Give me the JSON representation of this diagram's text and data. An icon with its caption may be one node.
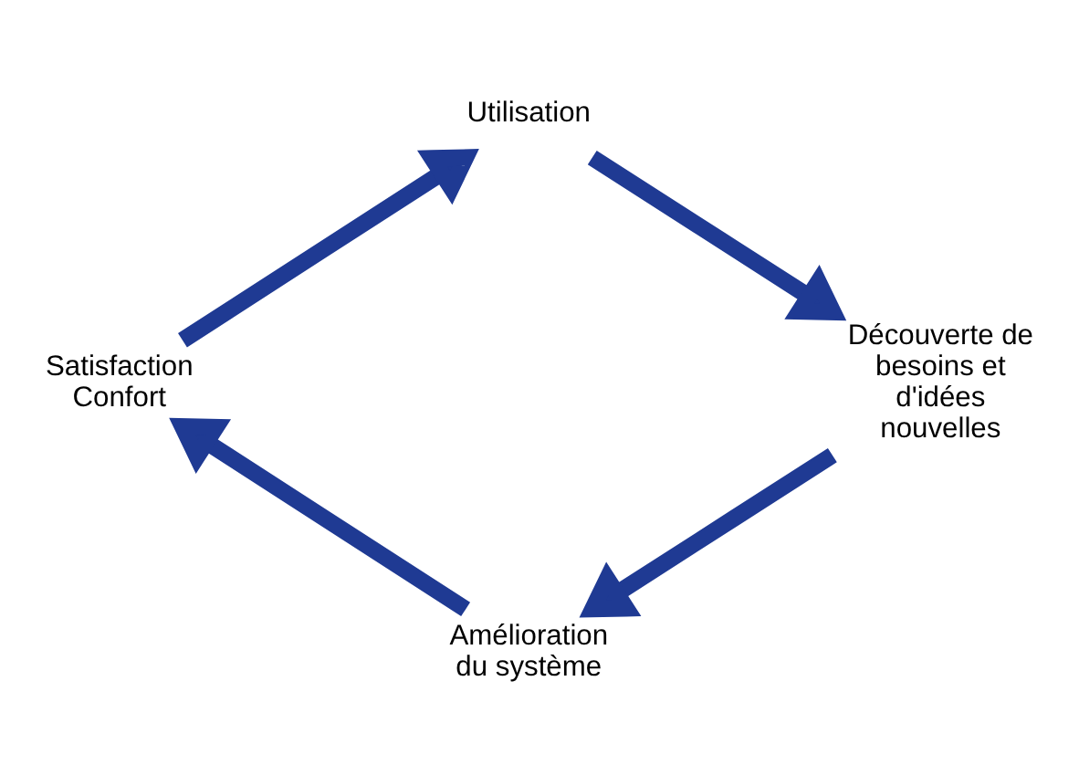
{
  "diagram": {
    "nodes": [
      {
        "text": [
          "Utilisation"
        ]
      },
      {
        "text": [
          "Découverte de besoins et d'idées nouvelles"
        ]
      },
      {
        "text": [
          "Amélioration du système"
        ]
      },
      {
        "text": [
          "Satisfaction Confort"
        ]
      }
    ],
    "edges": [
      {
        "from": 0,
        "to": 1,
        "arrow": "to"
      },
      {
        "from": 1,
        "to": 2,
        "arrow": "to"
      },
      {
        "from": 2,
        "to": 3,
        "arrow": "to"
      },
      {
        "from": 3,
        "to": 0,
        "arrow": "to"
      }
    ]
  }
}
